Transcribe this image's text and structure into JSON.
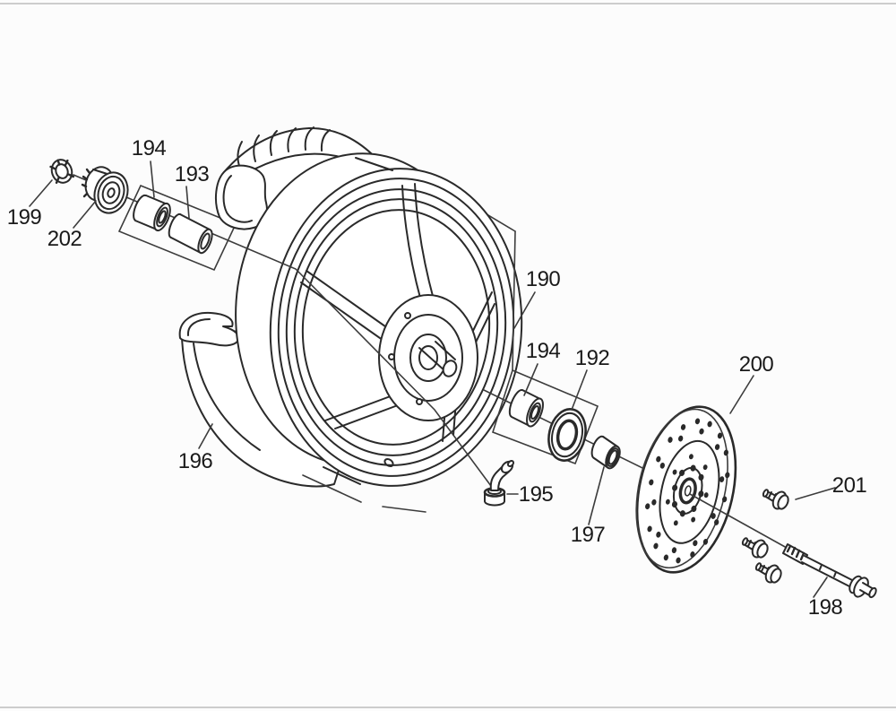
{
  "diagram": {
    "background_color": "#fcfcfc",
    "line_color": "#2a2a2a",
    "label_color": "#1a1a1a",
    "labels": [
      {
        "text": "199"
      },
      {
        "text": "202"
      },
      {
        "text": "194"
      },
      {
        "text": "193"
      },
      {
        "text": "190"
      },
      {
        "text": "194"
      },
      {
        "text": "192"
      },
      {
        "text": "196"
      },
      {
        "text": "195"
      },
      {
        "text": "197"
      },
      {
        "text": "200"
      },
      {
        "text": "201"
      },
      {
        "text": "198"
      }
    ]
  }
}
